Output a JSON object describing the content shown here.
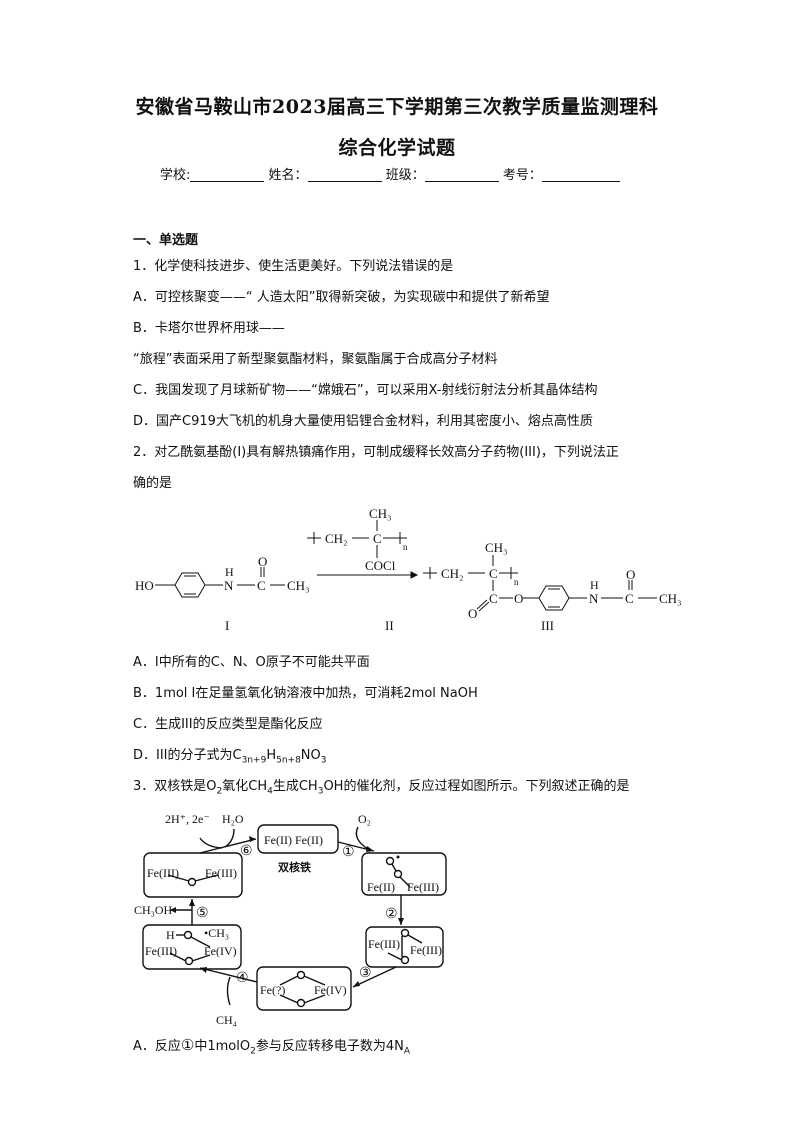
{
  "header": {
    "title_line1": "安徽省马鞍山市2023届高三下学期第三次教学质量监测理科",
    "title_line2": "综合化学试题",
    "fields": [
      {
        "label": "学校:",
        "value": ""
      },
      {
        "label": "姓名：",
        "value": ""
      },
      {
        "label": "班级：",
        "value": ""
      },
      {
        "label": "考号：",
        "value": ""
      }
    ]
  },
  "section": {
    "title": "一、单选题"
  },
  "questions": [
    {
      "number": "1．",
      "stem": "化学使科技进步、使生活更美好。下列说法错误的是",
      "options": [
        {
          "key": "A．",
          "text": "可控核聚变——“ 人造太阳”取得新突破，为实现碳中和提供了新希望"
        },
        {
          "key": "B．",
          "text": "卡塔尔世界杯用球——"
        },
        {
          "key": "",
          "text": "“旅程”表面采用了新型聚氨酯材料，聚氨酯属于合成高分子材料"
        },
        {
          "key": "C．",
          "text": "我国发现了月球新矿物——“嫦娥石”，可以采用X-射线衍射法分析其晶体结构"
        },
        {
          "key": "D．",
          "text": "国产C919大飞机的机身大量使用铝锂合金材料，利用其密度小、熔点高性质"
        }
      ]
    },
    {
      "number": "2．",
      "stem": "对乙酰氨基酚(I)具有解热镇痛作用，可制成缓释长效高分子药物(III)，下列说法正",
      "stem_cont": "确的是",
      "scheme": {
        "compound_I": {
          "label": "I",
          "left": "HO",
          "groups": [
            "N",
            "H",
            "C",
            "O",
            "CH₃"
          ]
        },
        "compound_II": {
          "label": "II",
          "ch3": "CH₃",
          "ch2": "CH₂",
          "c": "C",
          "n": "n",
          "cocl": "COCl"
        },
        "compound_III": {
          "label": "III",
          "ch3": "CH₃",
          "ch2": "CH₂",
          "c": "C",
          "n": "n",
          "o": "O",
          "nh_h": "H",
          "nh_n": "N"
        }
      },
      "options": [
        {
          "key": "A．",
          "text": "I中所有的C、N、O原子不可能共平面"
        },
        {
          "key": "B．",
          "text": "1mol I在足量氢氧化钠溶液中加热，可消耗2mol NaOH"
        },
        {
          "key": "C．",
          "text": "生成III的反应类型是酯化反应"
        },
        {
          "key": "D．",
          "text_pre": "III的分子式为C",
          "sub1": "3n+9",
          "mid1": "H",
          "sub2": "5n+8",
          "mid2": "NO",
          "sub3": "3"
        }
      ]
    },
    {
      "number": "3．",
      "stem_parts": {
        "p1": "双核铁是O",
        "s1": "2",
        "p2": "氧化CH",
        "s2": "4",
        "p3": "生成CH",
        "s3": "3",
        "p4": "OH的催化剂，反应过程如图所示。下列叙述正确的是"
      },
      "cycle": {
        "center_label": "双核铁",
        "top_box": "Fe(II)  Fe(II)",
        "inputs": {
          "h_e": "2H⁺, 2e⁻",
          "h2o": "H₂O",
          "o2": "O₂",
          "ch3oh": "CH₃OH",
          "ch4": "CH₄"
        },
        "steps": [
          "①",
          "②",
          "③",
          "④",
          "⑤",
          "⑥"
        ],
        "boxes": {
          "b1": [
            "Fe(II)",
            "Fe(III)"
          ],
          "b2": [
            "Fe(III)",
            "Fe(III)"
          ],
          "b3": [
            "Fe(?)",
            "Fe(IV)"
          ],
          "b4": [
            "H",
            "•CH₃",
            "Fe(III)",
            "Fe(IV)"
          ],
          "b5": [
            "Fe(III)",
            "Fe(III)"
          ]
        }
      },
      "options": [
        {
          "key": "A．",
          "text_pre": "反应",
          "circled": "①",
          "text_mid": "中1molO",
          "sub": "2",
          "text_post": "参与反应转移电子数为4N",
          "sub2": "A"
        }
      ]
    }
  ]
}
